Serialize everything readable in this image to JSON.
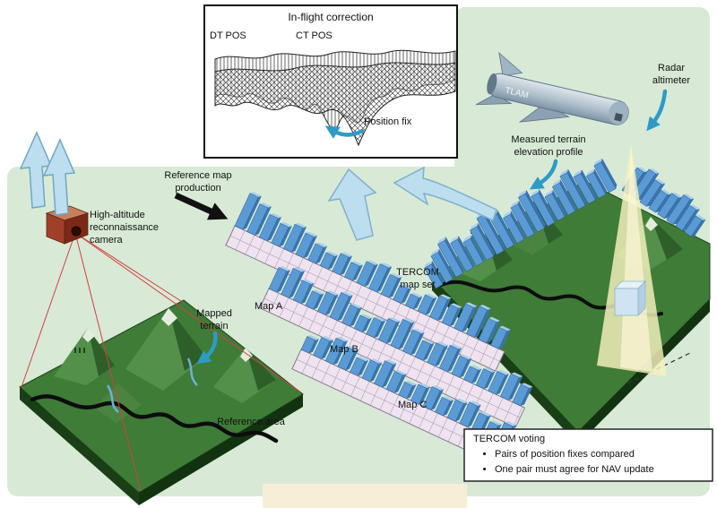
{
  "diagram": {
    "inflight": {
      "title": "In-flight correction",
      "dt_pos": "DT POS",
      "ct_pos": "CT POS",
      "position_fix": "Position fix"
    },
    "missile": {
      "label": "TLAM",
      "radar_altimeter": "Radar\naltimeter"
    },
    "measured_profile": "Measured terrain\nelevation profile",
    "camera_label": "High-altitude\nreconnaissance\ncamera",
    "map_production": "Reference map\nproduction",
    "map_set": {
      "title": "TERCOM\nmap set",
      "map_a": "Map A",
      "map_b": "Map B",
      "map_c": "Map C"
    },
    "mapped_terrain": "Mapped\nterrain",
    "reference_area": "Reference area",
    "voting": {
      "title": "TERCOM voting",
      "bullets": [
        "Pairs of position fixes compared",
        "One pair must agree for NAV update"
      ]
    }
  },
  "colors": {
    "panel_green": "#d8ead6",
    "terrain_green": "#3e7c38",
    "bar_blue": "#5b9bd5",
    "arrow_light_blue": "#bcdeee",
    "accent_blue": "#2e9bc6",
    "beam_yellow": "#f7f1bd",
    "camera_red": "#a0402a",
    "sightline_red": "#d34040"
  }
}
